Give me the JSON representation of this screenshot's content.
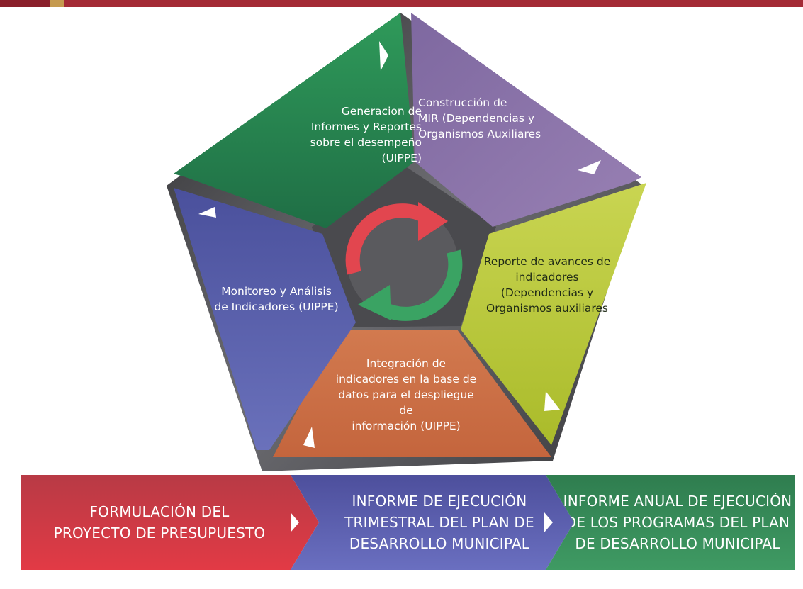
{
  "colors": {
    "top_bar": "#a42a35",
    "green_segment": "#2d8a55",
    "purple_segment": "#8a70a4",
    "lime_segment": "#bccb3a",
    "orange_segment": "#d47448",
    "blue_segment": "#5b62ab",
    "cycle_red": "#e2464f",
    "cycle_green": "#3aa363",
    "panel_red": "#c83a45",
    "panel_blue": "#5b5fae",
    "panel_green": "#358a58"
  },
  "cycle": {
    "segments": [
      {
        "id": "green",
        "label": "Generacion de\nInformes y Reportes\nsobre el desempeño (UIPPE)"
      },
      {
        "id": "purple",
        "label": "Construcción de\nMIR (Dependencias y\nOrganismos Auxiliares"
      },
      {
        "id": "lime",
        "label": "Reporte de avances de\nindicadores\n(Dependencias y\nOrganismos auxiliares"
      },
      {
        "id": "orange",
        "label": "Integración de\nindicadores en la base de\ndatos para el despliegue de\ninformación (UIPPE)"
      },
      {
        "id": "blue",
        "label": "Monitoreo y Análisis\nde Indicadores (UIPPE)"
      }
    ],
    "center_icon": "cycle-arrows-icon"
  },
  "timeline": {
    "panels": [
      {
        "id": "red",
        "label": "FORMULACIÓN DEL\nPROYECTO DE PRESUPUESTO"
      },
      {
        "id": "blue",
        "label": "INFORME DE EJECUCIÓN\nTRIMESTRAL DEL PLAN DE\nDESARROLLO MUNICIPAL"
      },
      {
        "id": "green",
        "label": "INFORME ANUAL DE EJECUCIÓN\nDE LOS PROGRAMAS DEL PLAN\nDE DESARROLLO MUNICIPAL"
      }
    ],
    "separator_icon": "chevron-right-icon"
  }
}
